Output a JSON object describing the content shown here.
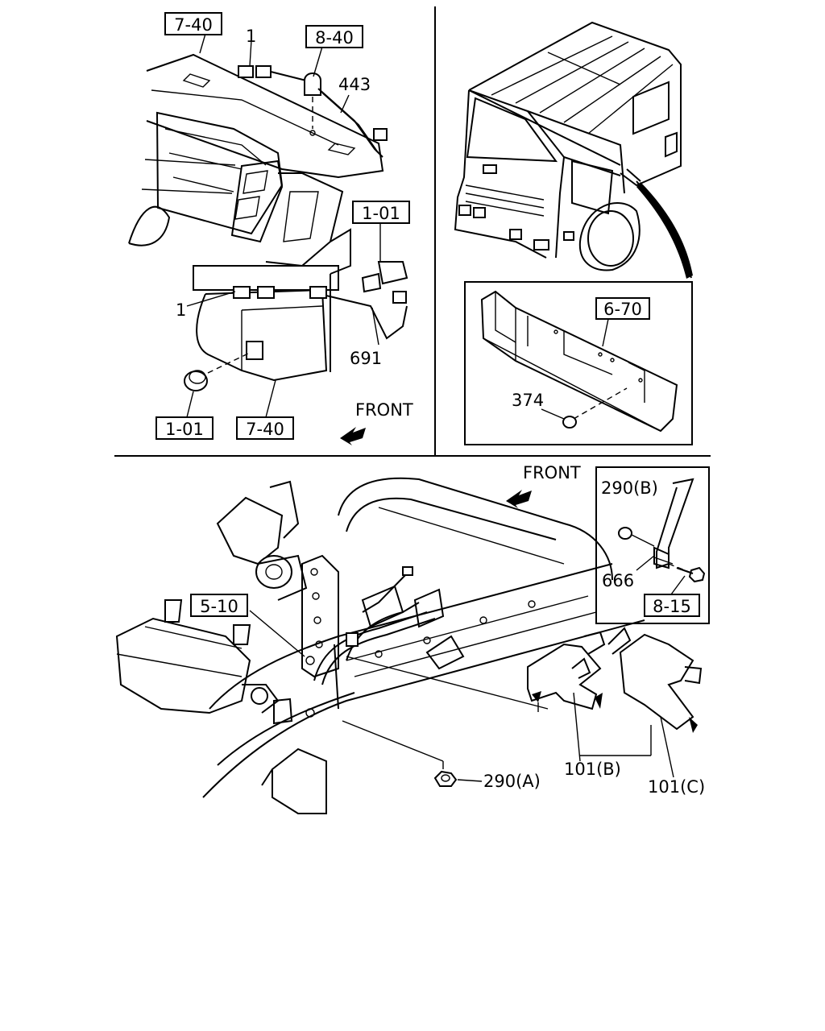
{
  "refs": {
    "r740_top": "7-40",
    "r840": "8-40",
    "r101_right": "1-01",
    "r101_bottom": "1-01",
    "r740_bottom": "7-40",
    "r670": "6-70",
    "r510": "5-10",
    "r815": "8-15"
  },
  "parts": {
    "p1_top": "1",
    "p443": "443",
    "p1_left": "1",
    "p691": "691",
    "p374": "374",
    "p290b": "290(B)",
    "p666": "666",
    "p290a": "290(A)",
    "p101b": "101(B)",
    "p101c": "101(C)"
  },
  "direction": {
    "front_top": "FRONT",
    "front_bottom": "FRONT"
  }
}
